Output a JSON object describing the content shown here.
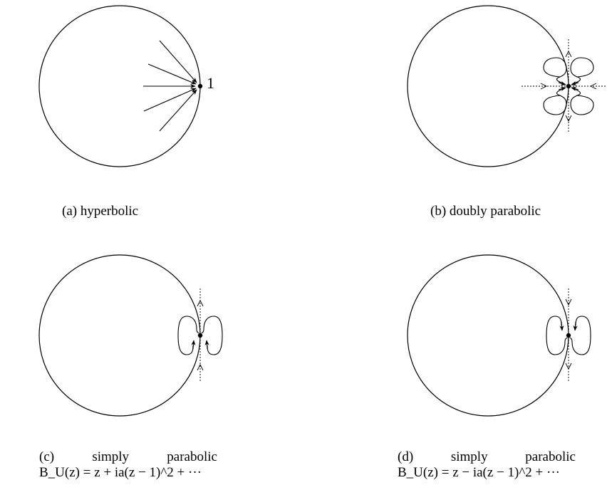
{
  "panels": {
    "a": {
      "caption": "(a) hyperbolic",
      "point_label": "1"
    },
    "b": {
      "caption": "(b) doubly parabolic"
    },
    "c": {
      "caption_tag": "(c)",
      "caption_word1": "simply",
      "caption_word2": "parabolic",
      "formula": "B_U(z) = z + ia(z − 1)^2 + ···"
    },
    "d": {
      "caption_tag": "(d)",
      "caption_word1": "simply",
      "caption_word2": "parabolic",
      "formula": "B_U(z) = z − ia(z − 1)^2 + ···"
    }
  }
}
